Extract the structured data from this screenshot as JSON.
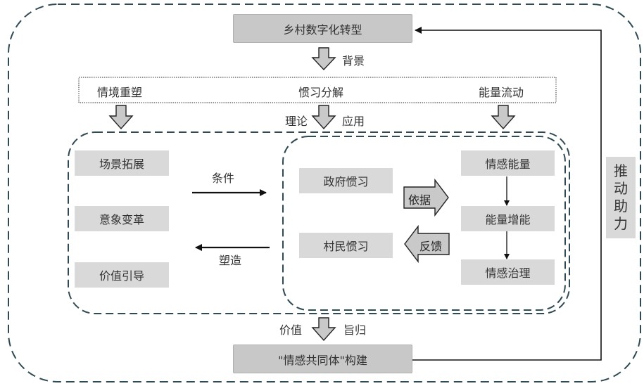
{
  "top_box": "乡村数字化转型",
  "bottom_box": "\"情感共同体\"构建",
  "side_box": [
    "推",
    "动",
    "助",
    "力"
  ],
  "top_arrow_label": "背景",
  "theory_bar": {
    "items": [
      "情境重塑",
      "惯习分解",
      "能量流动"
    ]
  },
  "middle_arrow_labels": {
    "left": "理论",
    "right": "应用"
  },
  "bottom_arrow_labels": {
    "left": "价值",
    "right": "旨归"
  },
  "left_group": [
    "场景拓展",
    "意象变革",
    "价值引导"
  ],
  "link_labels": {
    "forward": "条件",
    "backward": "塑造"
  },
  "habitus": [
    "政府惯习",
    "村民惯习"
  ],
  "block_arrows": {
    "right": "依据",
    "left": "反馈"
  },
  "energy_chain": [
    "情感能量",
    "能量增能",
    "情感治理"
  ]
}
